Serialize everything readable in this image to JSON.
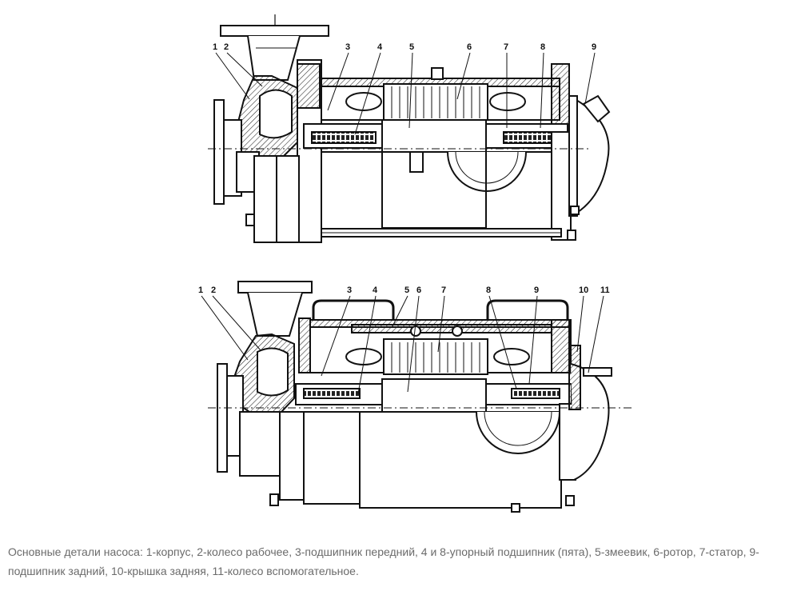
{
  "figure": {
    "top_callouts": [
      "1",
      "2",
      "3",
      "4",
      "5",
      "6",
      "7",
      "8",
      "9"
    ],
    "bottom_callouts": [
      "1",
      "2",
      "3",
      "4",
      "5",
      "6",
      "7",
      "8",
      "9",
      "10",
      "11"
    ]
  },
  "caption": "Основные детали насоса: 1-корпус, 2-колесо рабочее, 3-подшипник передний, 4 и 8-упорный подшипник (пята), 5-змеевик, 6-ротор, 7-статор, 9-подшипник задний, 10-крышка задняя, 11-колесо вспомогательное."
}
